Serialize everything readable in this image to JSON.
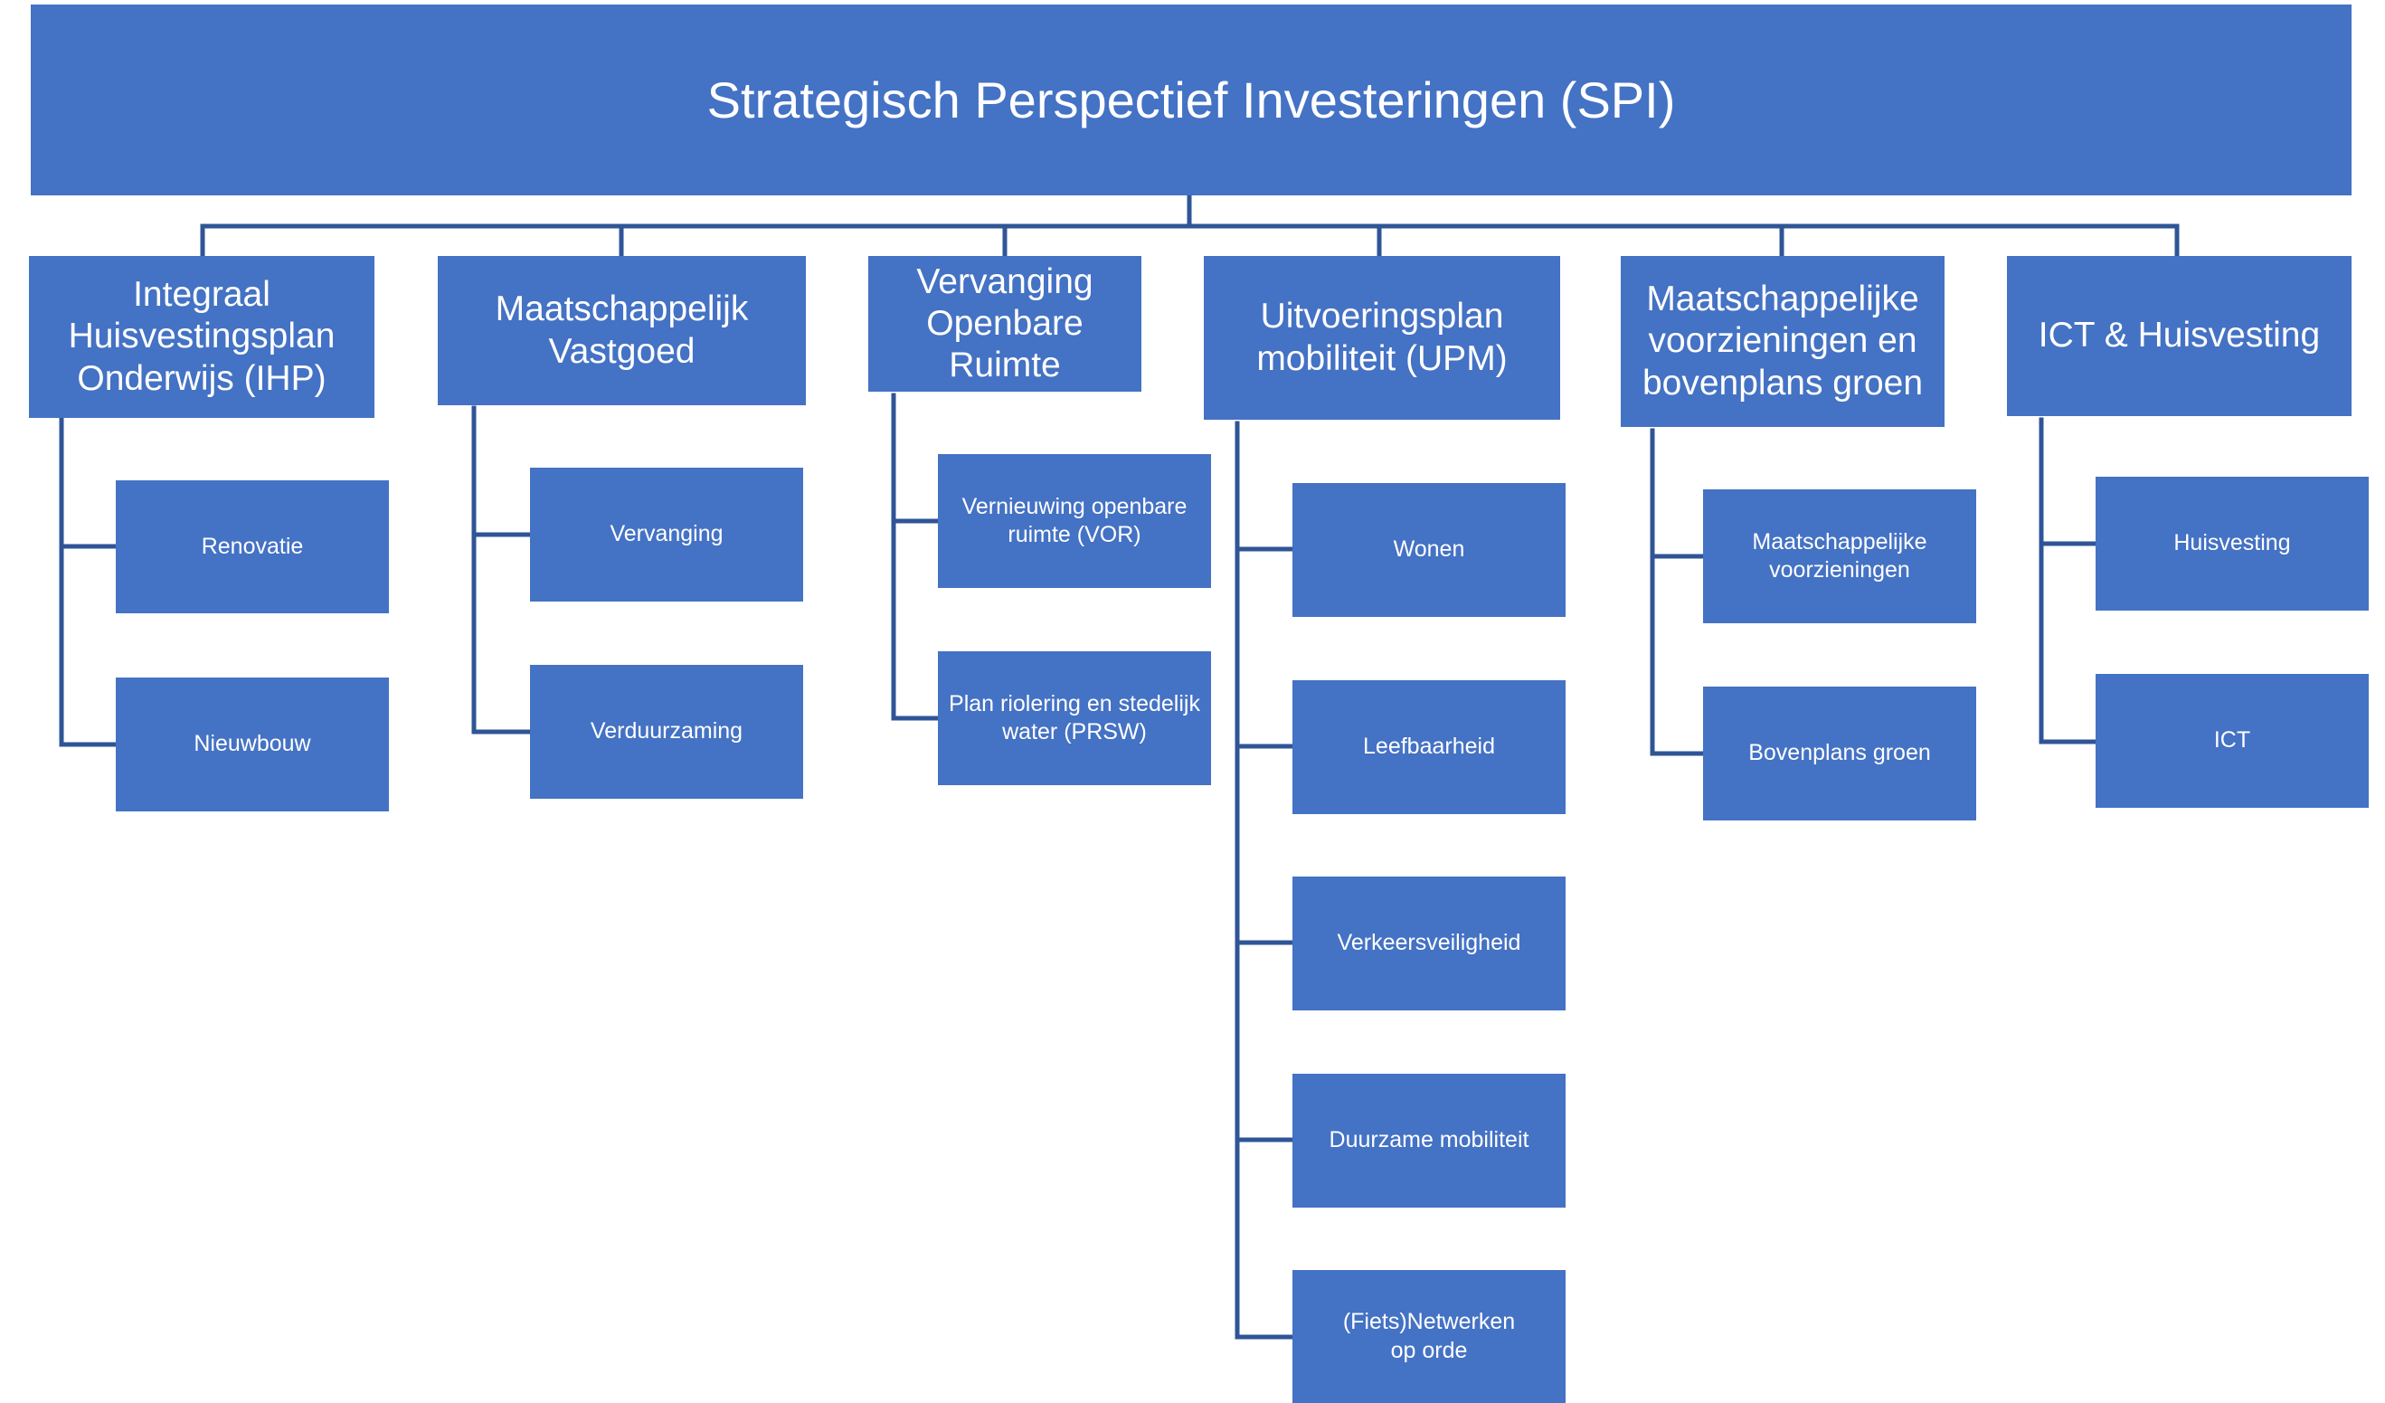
{
  "colors": {
    "box_fill": "#4472c4",
    "connector": "#2f5597",
    "text": "#ffffff"
  },
  "root": {
    "label": "Strategisch Perspectief Investeringen (SPI)"
  },
  "branches": [
    {
      "label": "Integraal\nHuisvestingsplan\nOnderwijs (IHP)",
      "children": [
        "Renovatie",
        "Nieuwbouw"
      ]
    },
    {
      "label": "Maatschappelijk\nVastgoed",
      "children": [
        "Vervanging",
        "Verduurzaming"
      ]
    },
    {
      "label": "Vervanging\nOpenbare Ruimte",
      "children": [
        "Vernieuwing openbare\nruimte (VOR)",
        "Plan riolering en stedelijk\nwater (PRSW)"
      ]
    },
    {
      "label": "Uitvoeringsplan\nmobiliteit (UPM)",
      "children": [
        "Wonen",
        "Leefbaarheid",
        "Verkeersveiligheid",
        "Duurzame mobiliteit",
        "(Fiets)Netwerken\nop orde"
      ]
    },
    {
      "label": "Maatschappelijke\nvoorzieningen en\nbovenplans groen",
      "children": [
        "Maatschappelijke\nvoorzieningen",
        "Bovenplans groen"
      ]
    },
    {
      "label": "ICT & Huisvesting",
      "children": [
        "Huisvesting",
        "ICT"
      ]
    }
  ]
}
